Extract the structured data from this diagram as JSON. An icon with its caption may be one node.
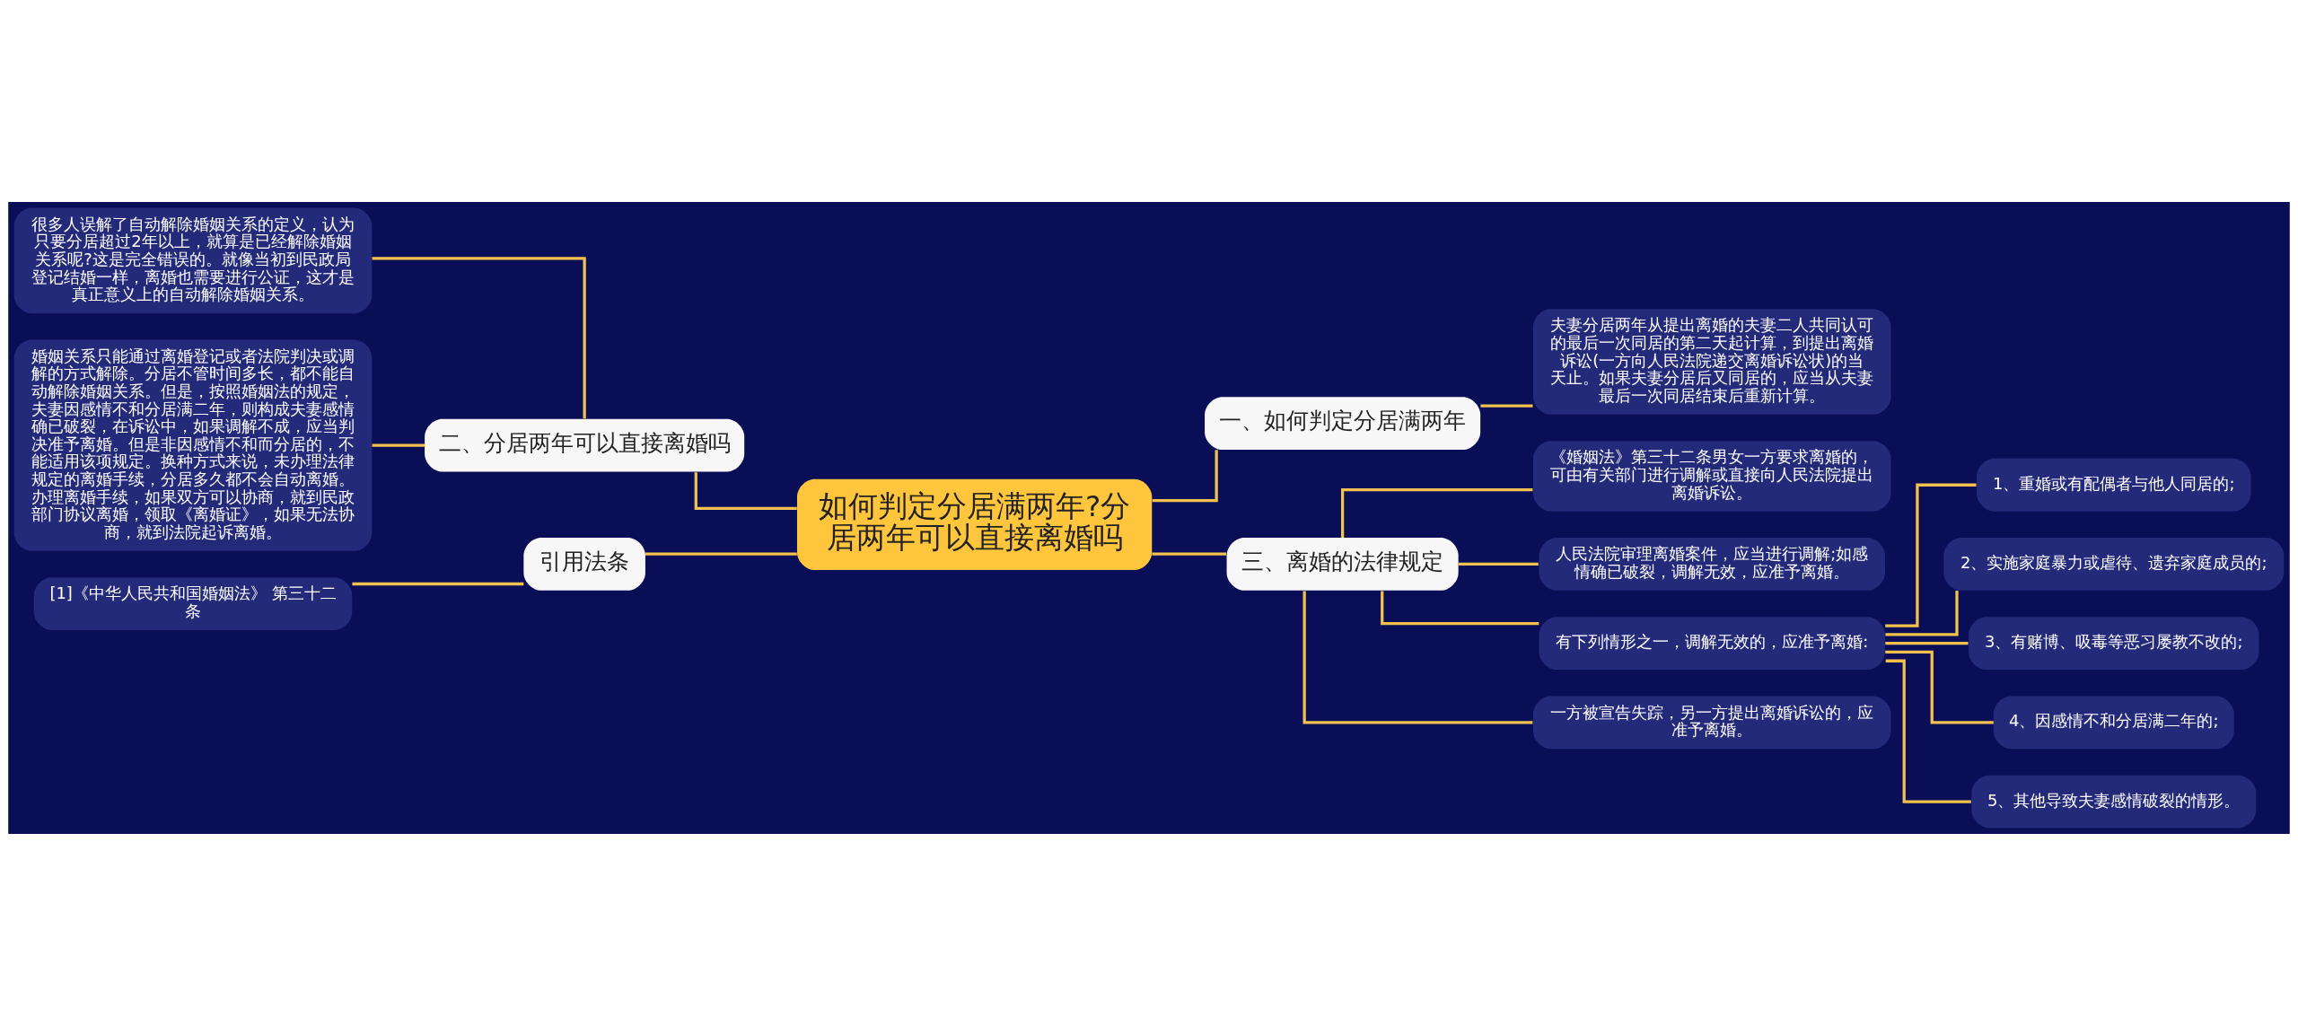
{
  "diagram": {
    "nodes": [
      {
        "text": [
          "如何判定分居满两年?分居两年可以直接离婚吗"
        ]
      },
      {
        "text": [
          "一、如何判定分居满两年"
        ]
      },
      {
        "text": [
          "夫妻分居两年从提出离婚的夫妻二人共同认可的最后一次同居的第二天起计算，到提出离婚诉讼(一方向人民法院递交离婚诉讼状)的当天止。如果夫妻分居后又同居的，应当从夫妻最后一次同居结束后重新计算。"
        ]
      },
      {
        "text": [
          "三、离婚的法律规定"
        ]
      },
      {
        "text": [
          "《婚姻法》第三十二条男女一方要求离婚的，可由有关部门进行调解或直接向人民法院提出离婚诉讼。"
        ]
      },
      {
        "text": [
          "人民法院审理离婚案件，应当进行调解;如感情确已破裂，调解无效，应准予离婚。"
        ]
      },
      {
        "text": [
          "有下列情形之一，调解无效的，应准予离婚:"
        ]
      },
      {
        "text": [
          "1、重婚或有配偶者与他人同居的;"
        ]
      },
      {
        "text": [
          "2、实施家庭暴力或虐待、遗弃家庭成员的;"
        ]
      },
      {
        "text": [
          "3、有赌博、吸毒等恶习屡教不改的;"
        ]
      },
      {
        "text": [
          "4、因感情不和分居满二年的;"
        ]
      },
      {
        "text": [
          "5、其他导致夫妻感情破裂的情形。"
        ]
      },
      {
        "text": [
          "一方被宣告失踪，另一方提出离婚诉讼的，应准予离婚。"
        ]
      },
      {
        "text": [
          "二、分居两年可以直接离婚吗"
        ]
      },
      {
        "text": [
          "很多人误解了自动解除婚姻关系的定义，认为只要分居超过2年以上，就算是已经解除婚姻关系呢?这是完全错误的。就像当初到民政局登记结婚一样，离婚也需要进行公证，这才是真正意义上的自动解除婚姻关系。"
        ]
      },
      {
        "text": [
          "婚姻关系只能通过离婚登记或者法院判决或调解的方式解除。分居不管时间多长，都不能自动解除婚姻关系。但是，按照婚姻法的规定，夫妻因感情不和分居满二年，则构成夫妻感情确已破裂，在诉讼中，如果调解不成，应当判决准予离婚。但是非因感情不和而分居的，不能适用该项规定。换种方式来说，未办理法律规定的离婚手续，分居多久都不会自动离婚。办理离婚手续，如果双方可以协商，就到民政部门协议离婚，领取《离婚证》，如果无法协商，就到法院起诉离婚。"
        ]
      },
      {
        "text": [
          "引用法条"
        ]
      },
      {
        "text": [
          "[1]《中华人民共和国婚姻法》 第三十二条"
        ]
      }
    ],
    "edges": [
      {
        "from": 0,
        "to": 1,
        "arrow": "none"
      },
      {
        "from": 1,
        "to": 2,
        "arrow": "none"
      },
      {
        "from": 0,
        "to": 3,
        "arrow": "none"
      },
      {
        "from": 3,
        "to": 4,
        "arrow": "none"
      },
      {
        "from": 3,
        "to": 5,
        "arrow": "none"
      },
      {
        "from": 3,
        "to": 6,
        "arrow": "none"
      },
      {
        "from": 6,
        "to": 7,
        "arrow": "none"
      },
      {
        "from": 6,
        "to": 8,
        "arrow": "none"
      },
      {
        "from": 6,
        "to": 9,
        "arrow": "none"
      },
      {
        "from": 6,
        "to": 10,
        "arrow": "none"
      },
      {
        "from": 6,
        "to": 11,
        "arrow": "none"
      },
      {
        "from": 3,
        "to": 12,
        "arrow": "none"
      },
      {
        "from": 0,
        "to": 13,
        "arrow": "none"
      },
      {
        "from": 13,
        "to": 14,
        "arrow": "none"
      },
      {
        "from": 13,
        "to": 15,
        "arrow": "none"
      },
      {
        "from": 0,
        "to": 16,
        "arrow": "none"
      },
      {
        "from": 16,
        "to": 17,
        "arrow": "none"
      }
    ]
  }
}
